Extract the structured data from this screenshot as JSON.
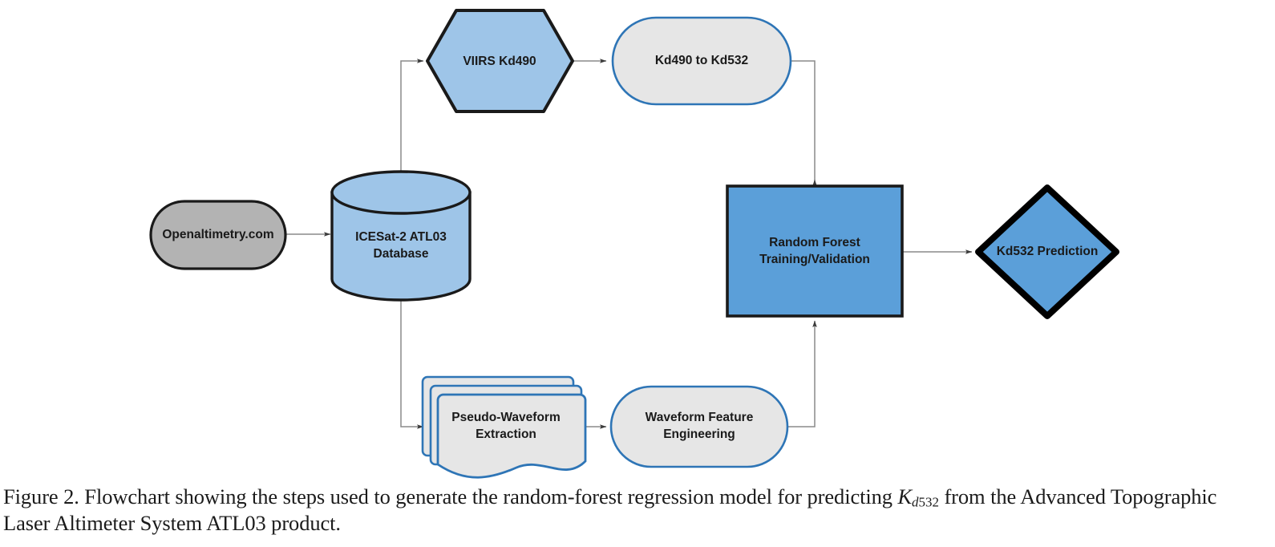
{
  "figure": {
    "caption_prefix": "Figure 2. Flowchart showing the steps used to generate the random-forest regression model for predicting ",
    "caption_symbol_base": "K",
    "caption_symbol_sub_italic": "d",
    "caption_symbol_sub_rest": "532",
    "caption_suffix": " from the Advanced Topographic Laser Altimeter System ATL03 product."
  },
  "colors": {
    "blue_fill_light": "#9ec5e8",
    "blue_fill_medium": "#5b9fd9",
    "gray_fill": "#b3b3b3",
    "light_gray_fill": "#e6e6e6",
    "dark_stroke": "#1a1a1a",
    "blue_stroke": "#2e75b6",
    "connector_stroke": "#707070",
    "background": "#ffffff"
  },
  "nodes": {
    "openaltimetry": {
      "label": "Openaltimetry.com",
      "shape": "stadium",
      "fill": "#b3b3b3",
      "stroke": "#1a1a1a"
    },
    "database": {
      "label_line1": "ICESat-2 ATL03",
      "label_line2": "Database",
      "shape": "cylinder",
      "fill": "#9ec5e8",
      "stroke": "#1a1a1a"
    },
    "viirs": {
      "label": "VIIRS Kd490",
      "shape": "hexagon",
      "fill": "#9ec5e8",
      "stroke": "#1a1a1a"
    },
    "kd_convert": {
      "label": "Kd490 to Kd532",
      "shape": "stadium",
      "fill": "#e6e6e6",
      "stroke": "#2e75b6"
    },
    "pseudo_waveform": {
      "label_line1": "Pseudo-Waveform",
      "label_line2": "Extraction",
      "shape": "multi-document",
      "fill": "#e6e6e6",
      "stroke": "#2e75b6"
    },
    "waveform_features": {
      "label_line1": "Waveform Feature",
      "label_line2": "Engineering",
      "shape": "stadium",
      "fill": "#e6e6e6",
      "stroke": "#2e75b6"
    },
    "random_forest": {
      "label_line1": "Random Forest",
      "label_line2": "Training/Validation",
      "shape": "rectangle",
      "fill": "#5b9fd9",
      "stroke": "#1a1a1a"
    },
    "prediction": {
      "label": "Kd532 Prediction",
      "shape": "diamond",
      "fill": "#5b9fd9",
      "stroke": "#000000"
    }
  },
  "edges": [
    {
      "from": "openaltimetry",
      "to": "database"
    },
    {
      "from": "database",
      "to": "viirs"
    },
    {
      "from": "viirs",
      "to": "kd_convert"
    },
    {
      "from": "kd_convert",
      "to": "random_forest"
    },
    {
      "from": "database",
      "to": "pseudo_waveform"
    },
    {
      "from": "pseudo_waveform",
      "to": "waveform_features"
    },
    {
      "from": "waveform_features",
      "to": "random_forest"
    },
    {
      "from": "random_forest",
      "to": "prediction"
    }
  ]
}
